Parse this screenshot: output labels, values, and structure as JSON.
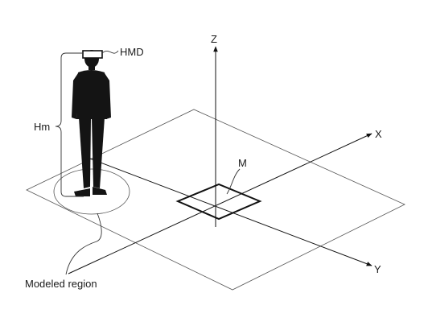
{
  "labels": {
    "z_axis": "Z",
    "x_axis": "X",
    "y_axis": "Y",
    "hmd": "HMD",
    "height": "Hm",
    "marker": "M",
    "region": "Modeled region"
  },
  "colors": {
    "figure": "#111111",
    "lines": "#555555",
    "background": "#ffffff"
  }
}
